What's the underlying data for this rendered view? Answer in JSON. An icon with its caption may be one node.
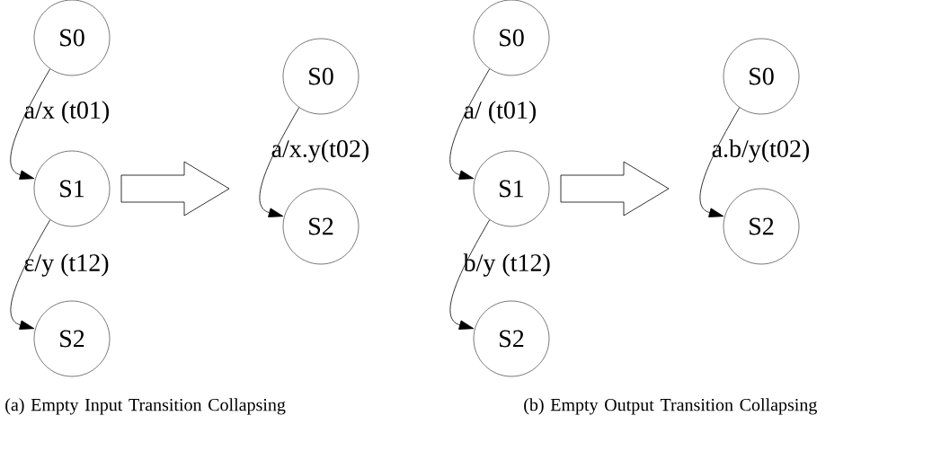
{
  "diagram": {
    "nodes": [
      {
        "text": [
          "S0"
        ]
      },
      {
        "text": [
          "S1"
        ]
      },
      {
        "text": [
          "S2"
        ]
      },
      {
        "text": [
          "S0"
        ]
      },
      {
        "text": [
          "S2"
        ]
      },
      {
        "text": [
          "S0"
        ]
      },
      {
        "text": [
          "S1"
        ]
      },
      {
        "text": [
          "S2"
        ]
      },
      {
        "text": [
          "S0"
        ]
      },
      {
        "text": [
          "S2"
        ]
      }
    ],
    "edges": [
      {
        "from": 0,
        "to": 1,
        "arrow": "to",
        "label": "a/x (t01)"
      },
      {
        "from": 1,
        "to": 2,
        "arrow": "to",
        "label": "ε/y (t12)"
      },
      {
        "from": 3,
        "to": 4,
        "arrow": "to",
        "label": "a/x.y(t02)"
      },
      {
        "from": 5,
        "to": 6,
        "arrow": "to",
        "label": "a/ (t01)"
      },
      {
        "from": 6,
        "to": 7,
        "arrow": "to",
        "label": "b/y (t12)"
      },
      {
        "from": 8,
        "to": 9,
        "arrow": "to",
        "label": "a.b/y(t02)"
      }
    ],
    "labels": [
      "(a) Empty Input Transition Collapsing",
      "(b) Empty Output Transition Collapsing"
    ]
  }
}
